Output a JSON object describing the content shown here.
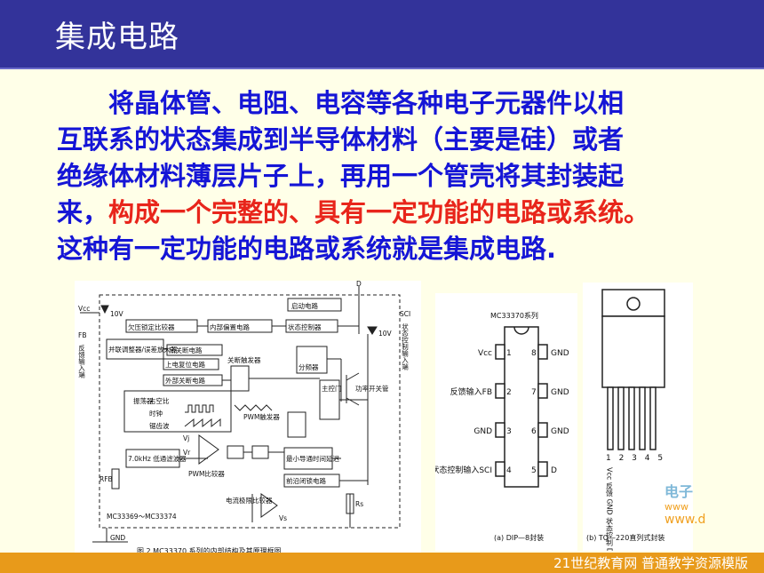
{
  "slide": {
    "title": "集成电路",
    "paragraph": {
      "line1": "将晶体管、电阻、电容等各种电子元器件以相",
      "line2": "互联系的状态集成到半导体材料（主要是硅）或者",
      "line3": "绝缘体材料薄层片子上，再用一个管壳将其封装起",
      "line4_start": "来，",
      "line4_highlight": "构成一个完整的、具有一定功能的电路或系统。",
      "line5": "这种有一定功能的电路或系统就是集成电路."
    },
    "highlight_color": "#e8251b",
    "text_color": "#1515d6",
    "header_color": "#33339a"
  },
  "figure_block": {
    "caption": "图 2   MC33370 系列的内部结构及其原理框图",
    "part_label": "MC33369～MC33374",
    "labels": {
      "vcc": "Vcc",
      "v10_left": "10V",
      "v10_right": "10V",
      "fb": "FB",
      "fb_vertical": "反馈输入端",
      "d": "D",
      "sci": "SCI",
      "sci_vertical": "状态控制输入端",
      "power_switch": "功率开关管",
      "gnd": "GND",
      "rfb": "RFB",
      "rs": "Rs",
      "vs": "Vs",
      "vj": "Vj",
      "vr": "Vr",
      "osc": "振荡器",
      "duty": "占空比",
      "clock": "时钟",
      "sawtooth": "锯齿波",
      "pwm_trigger": "PWM触发器",
      "pwm_comp": "PWM比较器",
      "current_comp": "电流极限比较器",
      "main_gate": "主控门"
    },
    "blocks": [
      "启动电路",
      "欠压锁定比较器",
      "内部偏置电路",
      "状态控制器",
      "并联调整器/误差放大器",
      "热关断电路",
      "关断触发器",
      "上电复位电路",
      "外部关断电路",
      "分频器",
      "7.0kHz 低通滤波器",
      "最小导通时间延迟",
      "前沿闭锁电路"
    ]
  },
  "figure_dip": {
    "series": "MC33370系列",
    "caption": "(a) DIP—8封装",
    "left_pins": [
      {
        "num": "1",
        "label": "Vcc"
      },
      {
        "num": "2",
        "label": "反馈输入FB"
      },
      {
        "num": "3",
        "label": "GND"
      },
      {
        "num": "4",
        "label": "状态控制输入SCI"
      }
    ],
    "right_pins": [
      {
        "num": "8",
        "label": "GND"
      },
      {
        "num": "7",
        "label": "GND"
      },
      {
        "num": "6",
        "label": "GND"
      },
      {
        "num": "5",
        "label": "D"
      }
    ]
  },
  "figure_to220": {
    "caption": "(b) TO—220直列式封装",
    "pin_numbers": "1 2 3 4 5",
    "pin_labels": "Vcc 反馈 GND 状态控制 D"
  },
  "watermark": {
    "line1": "电子",
    "line2": "www",
    "line3": "www.d"
  },
  "footer": {
    "text": "21世纪教育网   普通教学资源模版"
  }
}
